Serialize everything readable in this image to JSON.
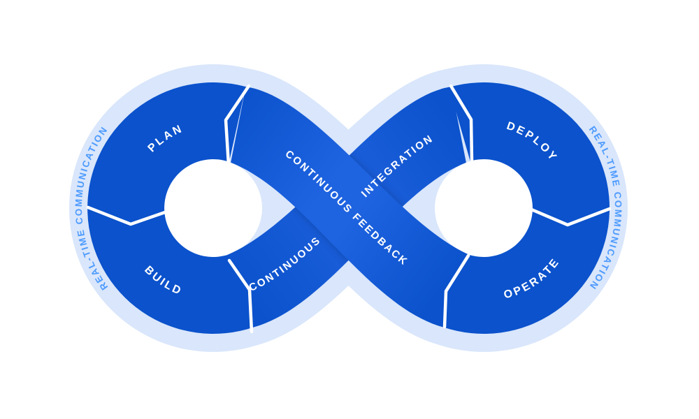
{
  "colors": {
    "background": "#ffffff",
    "halo": "#d9e6fb",
    "loop_primary": "#0b52cc",
    "band_center": "#1e63e0",
    "outer_ring_text": "#4c9aff",
    "segment_text": "#ffffff",
    "divider": "#ffffff"
  },
  "outer_ring": {
    "left_label": "REAL-TIME COMMUNICATION",
    "right_label": "REAL-TIME COMMUNICATION"
  },
  "left_loop": {
    "segments": [
      {
        "label": "PLAN"
      },
      {
        "label": "BUILD"
      }
    ]
  },
  "right_loop": {
    "segments": [
      {
        "label": "DEPLOY"
      },
      {
        "label": "OPERATE"
      }
    ]
  },
  "center_bands": {
    "ascending": [
      {
        "label": "CONTINUOUS"
      },
      {
        "label": "INTEGRATION"
      }
    ],
    "descending": {
      "label": "CONTINUOUS FEEDBACK"
    }
  }
}
